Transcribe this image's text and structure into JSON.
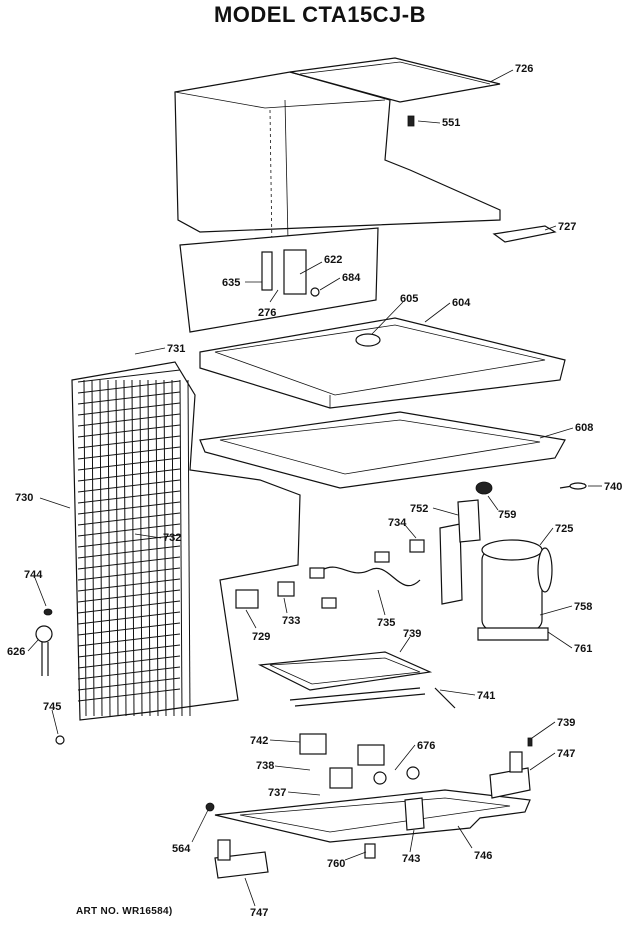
{
  "title": "MODEL CTA15CJ-B",
  "art_number": "ART NO. WR16584)",
  "parts": [
    "726",
    "551",
    "727",
    "622",
    "684",
    "635",
    "276",
    "605",
    "604",
    "731",
    "608",
    "730",
    "740",
    "752",
    "759",
    "734",
    "725",
    "732",
    "744",
    "733",
    "735",
    "758",
    "626",
    "729",
    "739",
    "761",
    "741",
    "745",
    "739",
    "742",
    "676",
    "747",
    "738",
    "737",
    "564",
    "760",
    "743",
    "746",
    "747"
  ]
}
